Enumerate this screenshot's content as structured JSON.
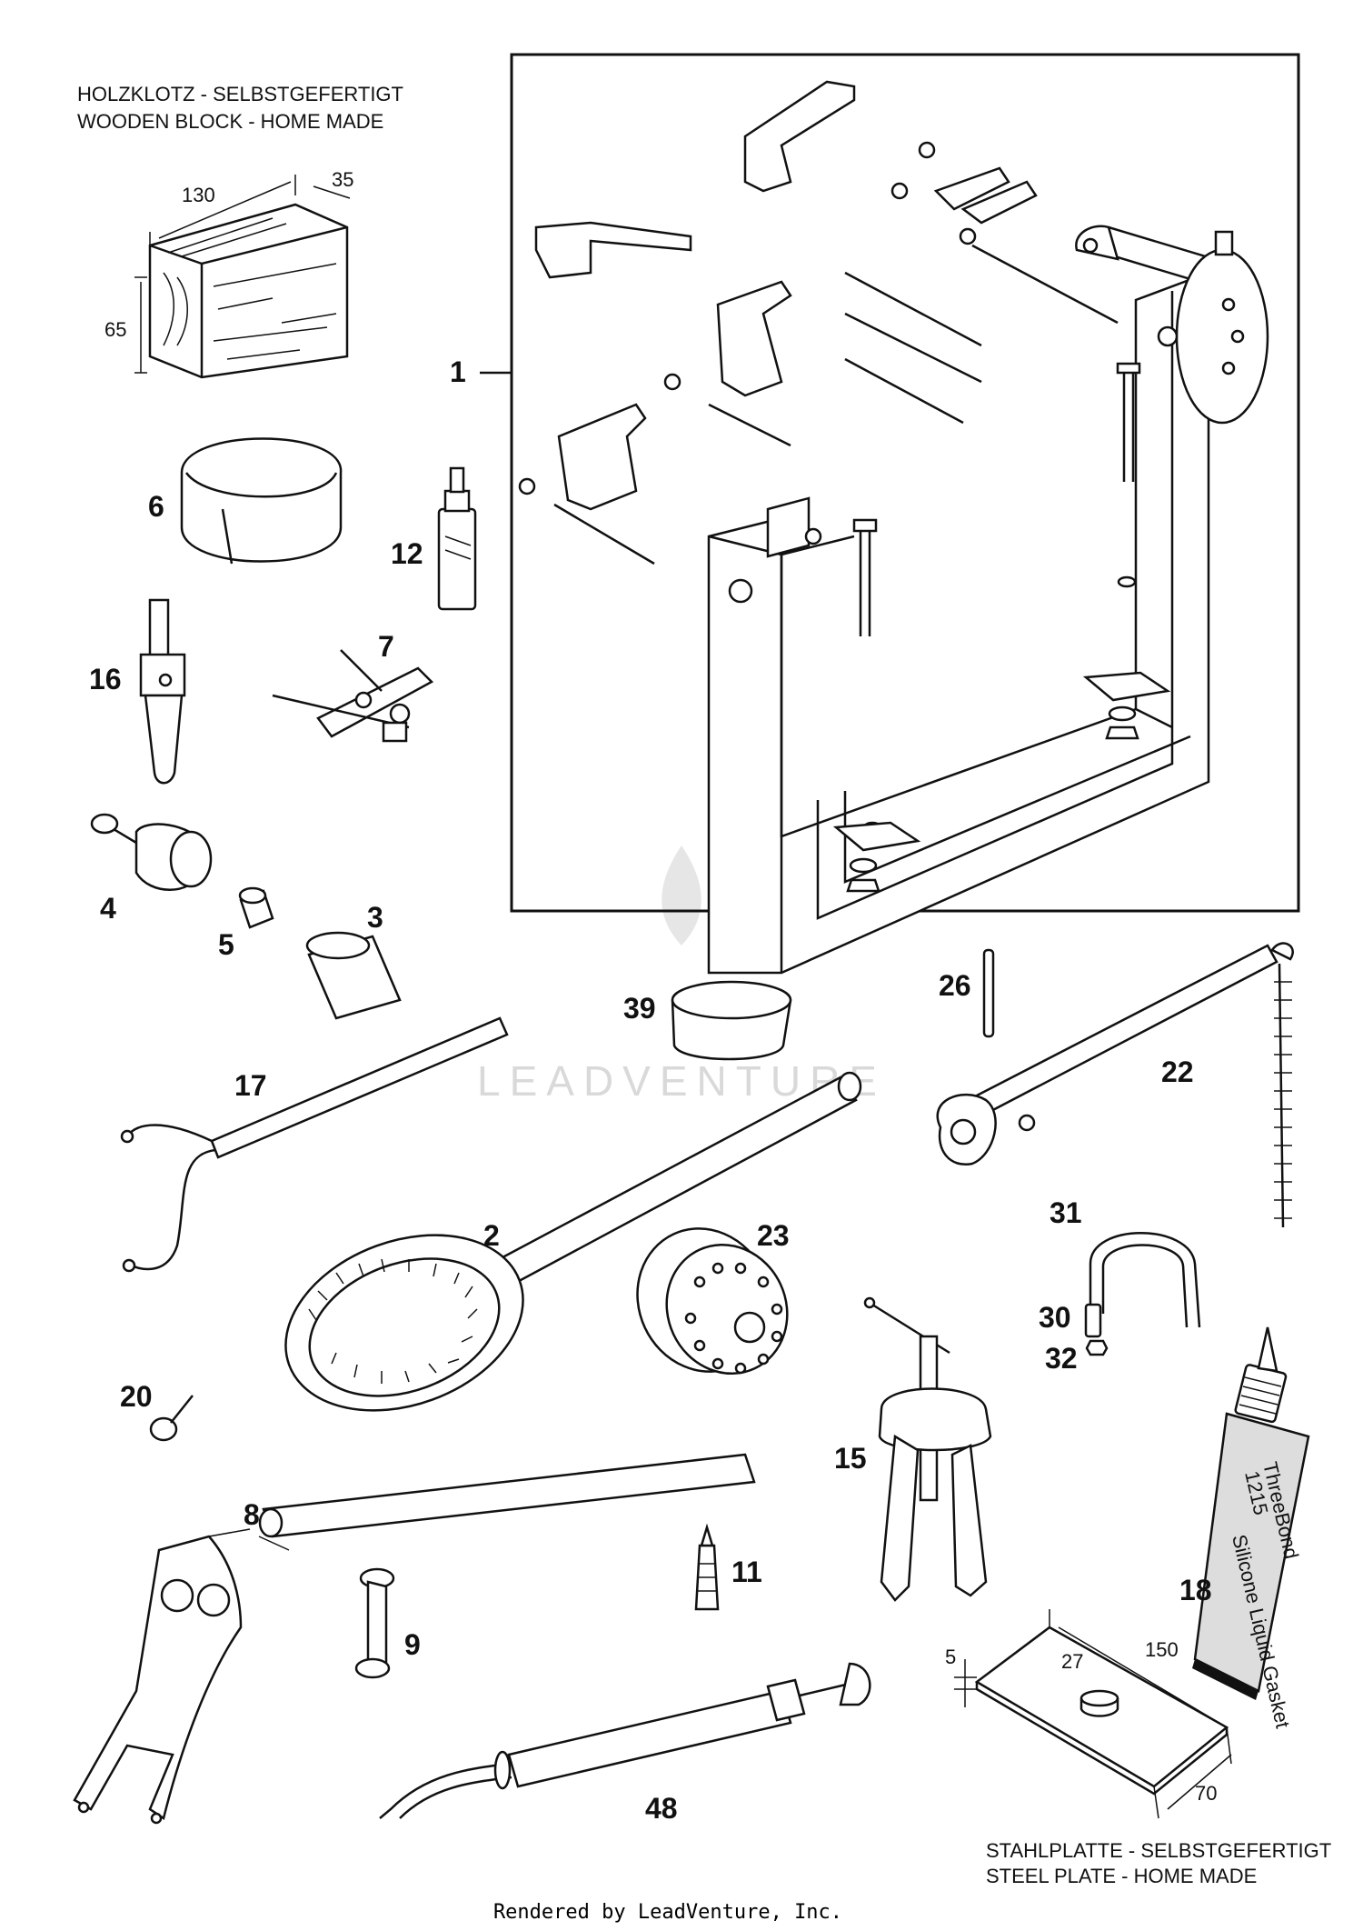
{
  "notes": {
    "wooden_block_de": "HOLZKLOTZ - SELBSTGEFERTIGT",
    "wooden_block_en": "WOODEN BLOCK - HOME MADE",
    "steel_plate_de": "STAHLPLATTE - SELBSTGEFERTIGT",
    "steel_plate_en": "STEEL PLATE - HOME MADE"
  },
  "dimensions": {
    "block_length": "130",
    "block_depth": "35",
    "block_height": "65",
    "plate_thickness": "5",
    "plate_hole": "27",
    "plate_length": "150",
    "plate_width": "70"
  },
  "callouts": [
    "1",
    "2",
    "3",
    "4",
    "5",
    "6",
    "7",
    "8",
    "9",
    "11",
    "12",
    "15",
    "16",
    "17",
    "18",
    "20",
    "22",
    "23",
    "26",
    "30",
    "31",
    "32",
    "39",
    "48"
  ],
  "product_labels": {
    "tube_brand": "ThreeBond",
    "tube_code": "1215",
    "tube_desc": "Silicone Liquid Gasket"
  },
  "watermark": "LEADVENTURE",
  "footer": "Rendered by LeadVenture, Inc."
}
